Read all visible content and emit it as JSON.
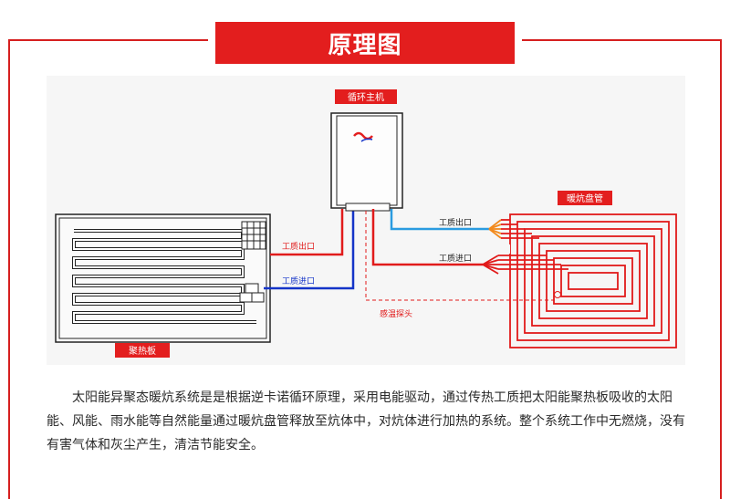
{
  "title": "原理图",
  "labels": {
    "host": "循环主机",
    "kang_coil": "暖炕盘管",
    "collector": "聚热板",
    "outlet_left": "工质出口",
    "inlet_left": "工质进口",
    "outlet_right": "工质出口",
    "inlet_right": "工质进口",
    "sensor": "感温探头"
  },
  "description": "太阳能异聚态暖炕系统是是根据逆卡诺循环原理，采用电能驱动，通过传热工质把太阳能聚热板吸收的太阳能、风能、雨水能等自然能量通过暖炕盘管释放至炕体中，对炕体进行加热的系统。整个系统工作中无燃烧，没有有害气体和灰尘产生，清洁节能安全。",
  "colors": {
    "brand_red": "#e31e1e",
    "pipe_red": "#e11b1b",
    "pipe_blue": "#1434c8",
    "pipe_lightblue": "#2a9be0",
    "orange": "#f28a1c"
  }
}
